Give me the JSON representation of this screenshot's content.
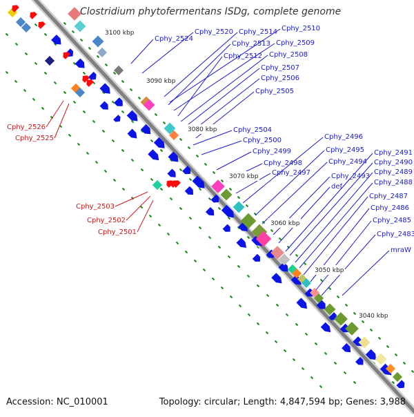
{
  "title": "Clostridium phytofermentans ISDg, complete genome",
  "footer": {
    "accession_label": "Accession:",
    "accession": "NC_010001",
    "topology_label": "Topology:",
    "topology": "circular",
    "length_label": "Length:",
    "length": "4,847,594 bp",
    "genes_label": "Genes:",
    "genes": "3,988"
  },
  "colors": {
    "forward_gene": "#0a14e6",
    "reverse_gene": "#ff0a0a",
    "backbone": "#808080",
    "tick": "#1a8a1a",
    "label_blue": "#1a1acc",
    "label_red": "#cc1a1a"
  },
  "kbp_labels": [
    "3100 kbp",
    "3090 kbp",
    "3080 kbp",
    "3070 kbp",
    "3060 kbp",
    "3050 kbp",
    "3040 kbp"
  ],
  "blue_gene_labels": [
    "Cphy_2524",
    "Cphy_2520",
    "Cphy_2514",
    "Cphy_2510",
    "Cphy_2513",
    "Cphy_2509",
    "Cphy_2512",
    "Cphy_2508",
    "Cphy_2507",
    "Cphy_2506",
    "Cphy_2505",
    "Cphy_2504",
    "Cphy_2500",
    "Cphy_2499",
    "Cphy_2498",
    "Cphy_2497",
    "Cphy_2496",
    "Cphy_2495",
    "Cphy_2494",
    "Cphy_2493",
    "def",
    "Cphy_2491",
    "Cphy_2490",
    "Cphy_2489",
    "Cphy_2488",
    "Cphy_2487",
    "Cphy_2486",
    "Cphy_2485",
    "Cphy_2483",
    "mraW"
  ],
  "red_gene_labels": [
    "Cphy_2526",
    "Cphy_2525",
    "Cphy_2503",
    "Cphy_2502",
    "Cphy_2501"
  ]
}
